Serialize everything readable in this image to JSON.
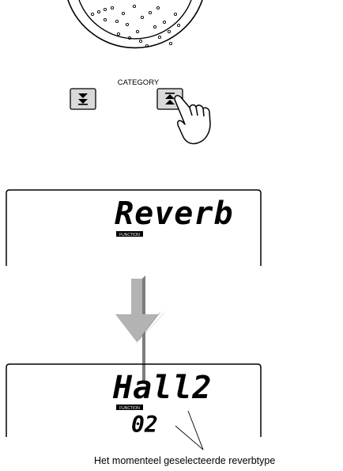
{
  "dial": {
    "name": "data-dial"
  },
  "category": {
    "label": "CATEGORY",
    "down_button_icon": "double-chevron-down-icon",
    "up_button_icon": "double-chevron-up-icon"
  },
  "display_before": {
    "text": "Reverb",
    "badge": "FUNCTION"
  },
  "display_after": {
    "text": "Hall2",
    "badge": "FUNCTION",
    "number": "02"
  },
  "caption": "Het momenteel geselecteerde reverbtype",
  "colors": {
    "arrow_light": "#b3b3b3",
    "arrow_dark": "#7d7d7d",
    "button_fill": "#d9d9d9",
    "line": "#000000"
  }
}
